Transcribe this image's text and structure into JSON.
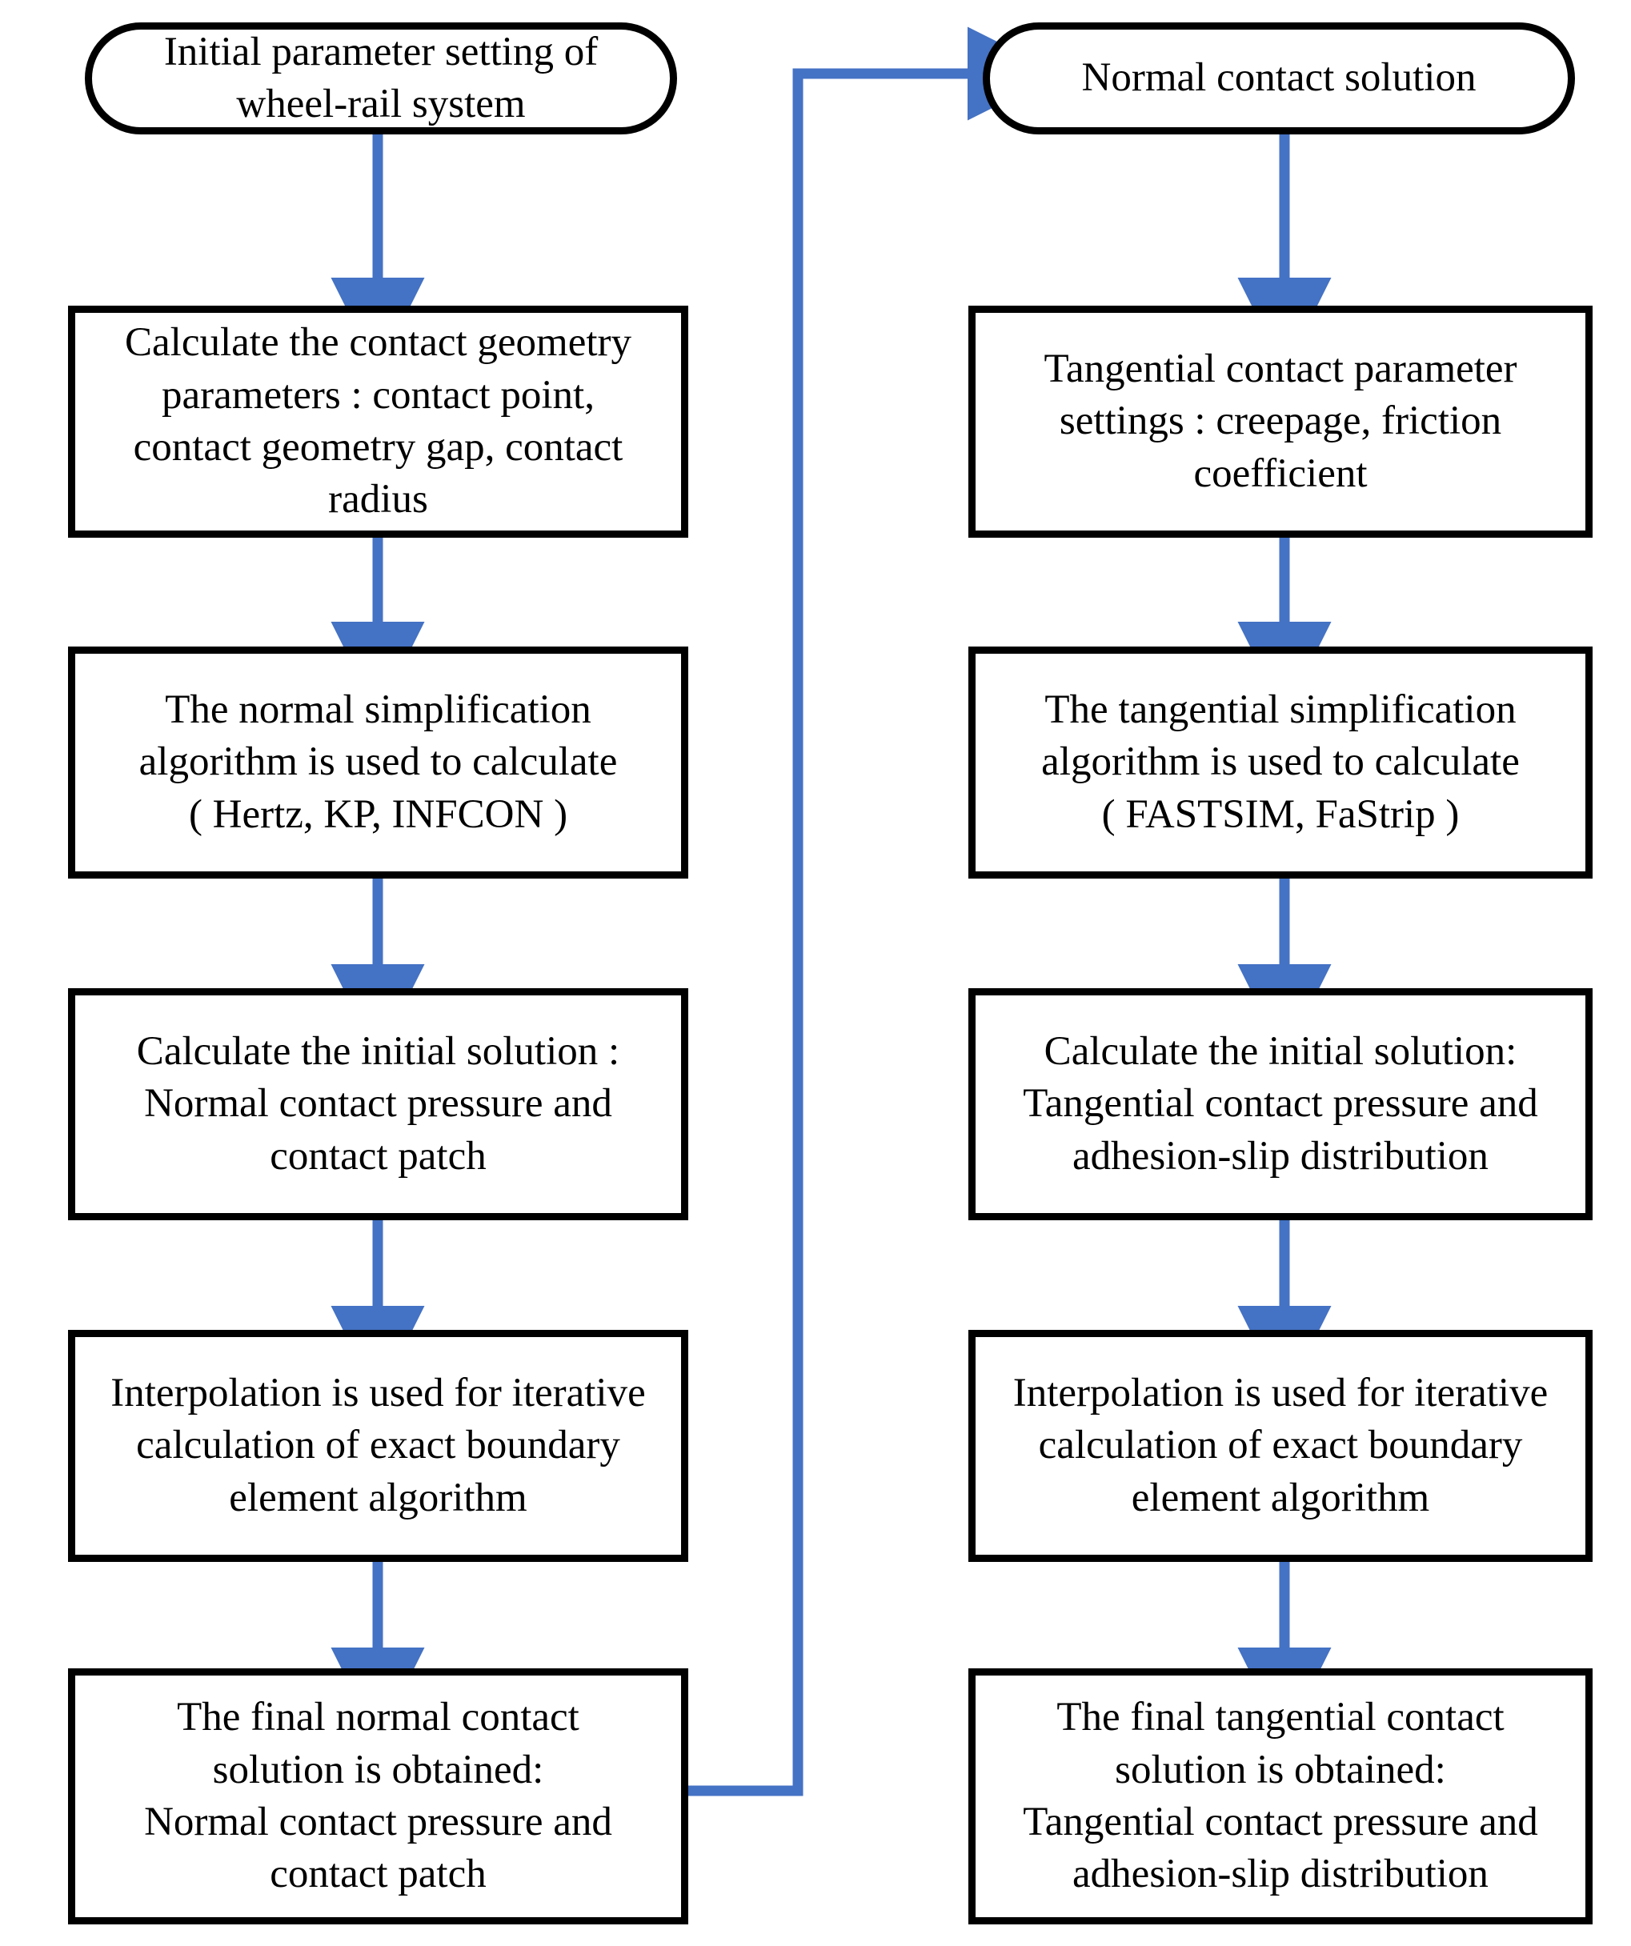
{
  "diagram": {
    "title": "Wheel-rail contact solution flowchart",
    "colors": {
      "arrow": "#4472C4",
      "node_border": "#000000",
      "node_fill": "#FFFFFF",
      "text": "#000000"
    },
    "left_column": {
      "start": {
        "label": "Initial parameter setting of\nwheel-rail system",
        "shape": "terminator"
      },
      "steps": [
        {
          "label": "Calculate the contact geometry\nparameters : contact point,\ncontact geometry gap, contact\nradius",
          "shape": "process"
        },
        {
          "label": "The normal simplification\nalgorithm is used to calculate\n( Hertz, KP, INFCON )",
          "shape": "process"
        },
        {
          "label": "Calculate the initial solution :\nNormal contact pressure and\ncontact patch",
          "shape": "process"
        },
        {
          "label": "Interpolation is used for iterative\ncalculation of exact boundary\nelement algorithm",
          "shape": "process"
        },
        {
          "label": "The final normal contact\nsolution is obtained:\nNormal contact pressure and\ncontact patch",
          "shape": "process"
        }
      ]
    },
    "right_column": {
      "start": {
        "label": "Normal contact solution",
        "shape": "terminator"
      },
      "steps": [
        {
          "label": "Tangential contact parameter\nsettings : creepage, friction\ncoefficient",
          "shape": "process"
        },
        {
          "label": "The tangential simplification\nalgorithm is used to calculate\n( FASTSIM, FaStrip )",
          "shape": "process"
        },
        {
          "label": "Calculate the initial solution:\nTangential contact pressure and\nadhesion-slip distribution",
          "shape": "process"
        },
        {
          "label": "Interpolation is used for iterative\ncalculation of exact boundary\nelement algorithm",
          "shape": "process"
        },
        {
          "label": "The final tangential contact\nsolution is obtained:\nTangential contact pressure and\nadhesion-slip distribution",
          "shape": "process"
        }
      ]
    },
    "connectors": [
      {
        "name": "left-start-to-step1",
        "kind": "vertical-arrow"
      },
      {
        "name": "left-step1-to-step2",
        "kind": "vertical-arrow"
      },
      {
        "name": "left-step2-to-step3",
        "kind": "vertical-arrow"
      },
      {
        "name": "left-step3-to-step4",
        "kind": "vertical-arrow"
      },
      {
        "name": "left-step4-to-step5",
        "kind": "vertical-arrow"
      },
      {
        "name": "right-start-to-step1",
        "kind": "vertical-arrow"
      },
      {
        "name": "right-step1-to-step2",
        "kind": "vertical-arrow"
      },
      {
        "name": "right-step2-to-step3",
        "kind": "vertical-arrow"
      },
      {
        "name": "right-step3-to-step4",
        "kind": "vertical-arrow"
      },
      {
        "name": "right-step4-to-step5",
        "kind": "vertical-arrow"
      },
      {
        "name": "feedback-left-final-to-right-start",
        "kind": "elbow-arrow"
      }
    ]
  }
}
